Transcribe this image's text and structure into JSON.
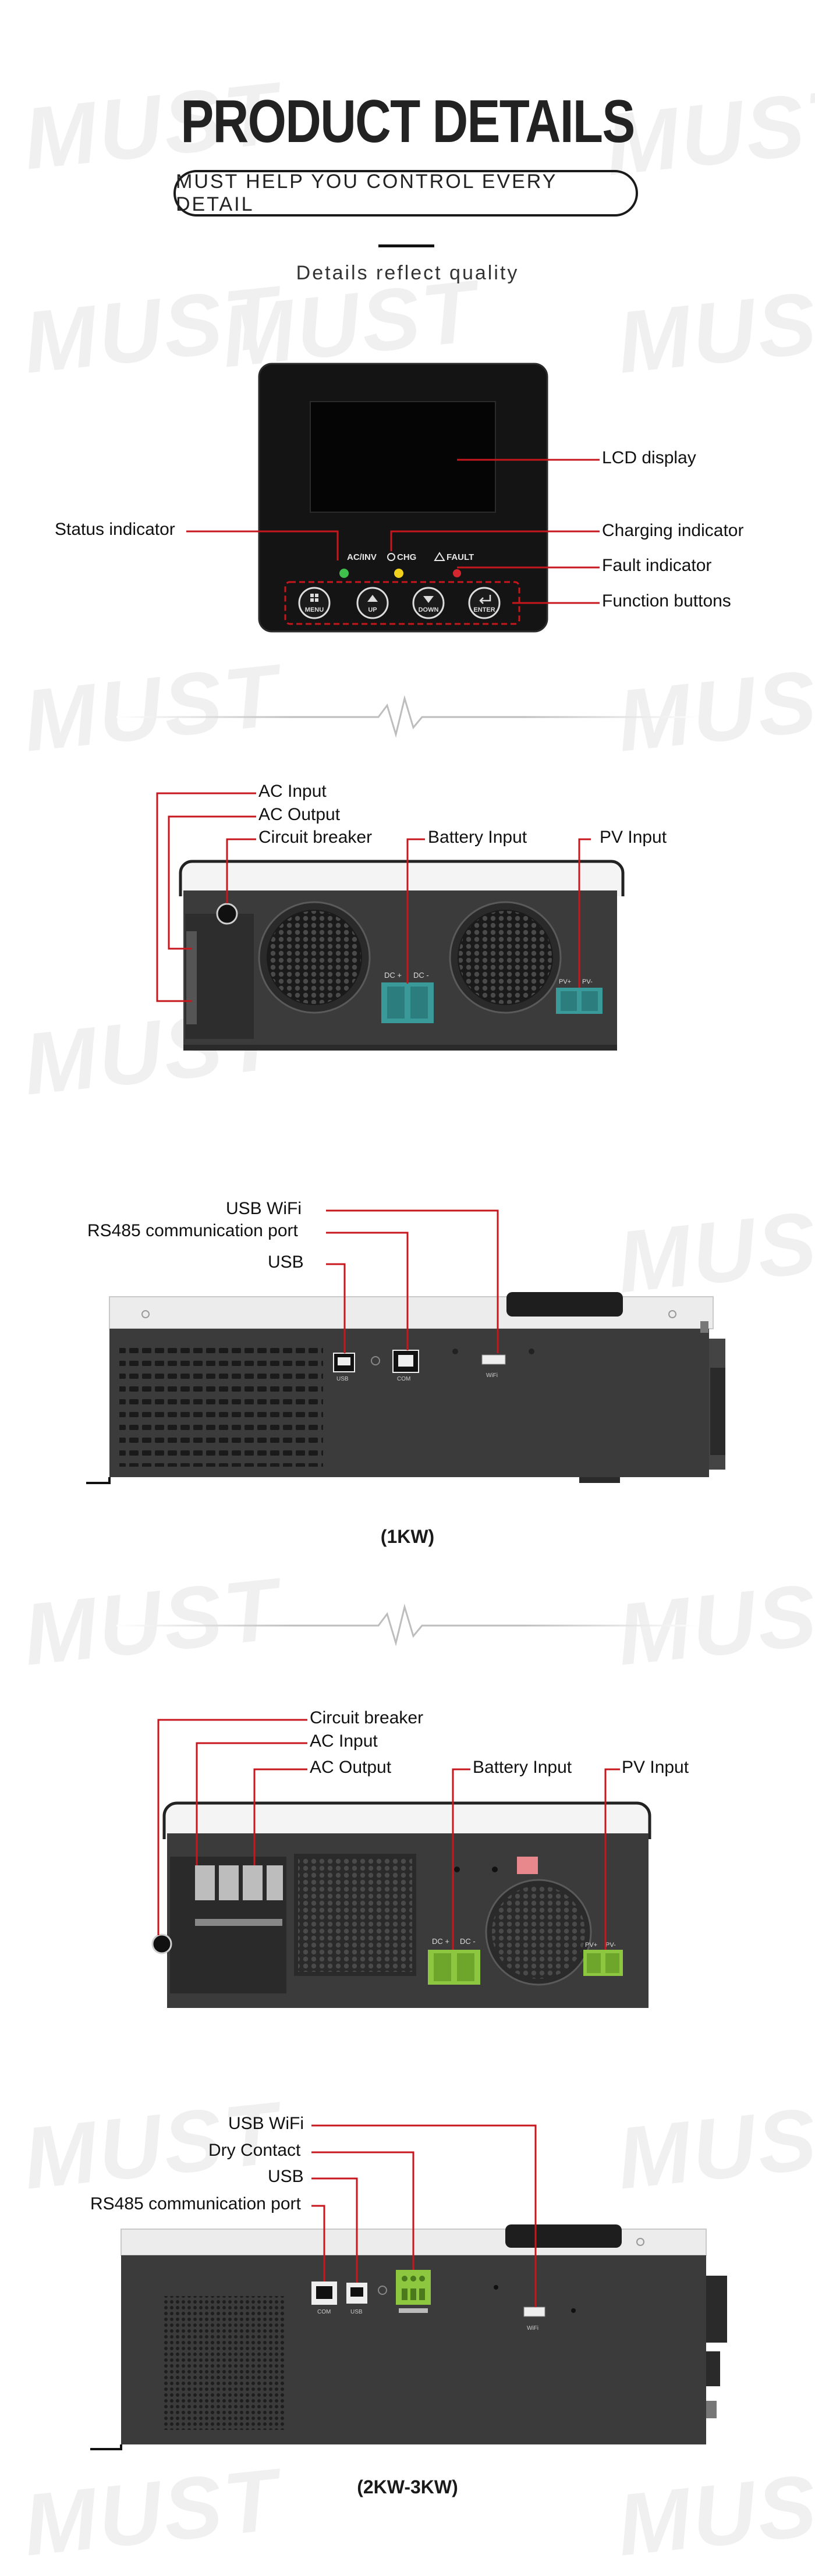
{
  "watermark": "MUST",
  "header": {
    "title": "PRODUCT DETAILS",
    "subtitle": "MUST HELP YOU CONTROL EVERY DETAIL",
    "tagline": "Details reflect quality"
  },
  "front_panel": {
    "labels": {
      "lcd": "LCD display",
      "status": "Status indicator",
      "charging": "Charging indicator",
      "fault": "Fault indicator",
      "function": "Function buttons"
    },
    "indicator_text": {
      "acinv": "AC/INV",
      "chg": "CHG",
      "fault": "FAULT"
    },
    "buttons": [
      "MENU",
      "UP",
      "DOWN",
      "ENTER"
    ]
  },
  "bottom_1kw": {
    "labels": {
      "ac_input": "AC Input",
      "ac_output": "AC Output",
      "breaker": "Circuit breaker",
      "battery": "Battery Input",
      "pv": "PV Input"
    },
    "terminal_text": {
      "dc_plus": "DC +",
      "dc_minus": "DC -",
      "pv_plus": "PV+",
      "pv_minus": "PV-"
    }
  },
  "side_1kw": {
    "labels": {
      "usb_wifi": "USB WiFi",
      "rs485": "RS485 communication port",
      "usb": "USB"
    },
    "port_text": {
      "usb": "USB",
      "com": "COM",
      "wifi": "WiFi"
    },
    "caption": "(1KW)"
  },
  "bottom_2kw": {
    "labels": {
      "breaker": "Circuit breaker",
      "ac_input": "AC Input",
      "ac_output": "AC Output",
      "battery": "Battery Input",
      "pv": "PV Input"
    },
    "terminal_text": {
      "dc_plus": "DC +",
      "dc_minus": "DC -",
      "pv_plus": "PV+",
      "pv_minus": "PV-"
    }
  },
  "side_2kw": {
    "labels": {
      "usb_wifi": "USB WiFi",
      "dry_contact": "Dry Contact",
      "usb": "USB",
      "rs485": "RS485 communication port"
    },
    "port_text": {
      "com": "COM",
      "usb": "USB",
      "wifi": "WiFi"
    },
    "caption": "(2KW-3KW)"
  },
  "colors": {
    "callout": "#c8161d",
    "body_dark": "#3b3b3b",
    "panel_black": "#141414",
    "teal_terminal": "#3a9a9a",
    "green_terminal": "#8dc63f",
    "chg_led": "#f2d21c",
    "status_led": "#3fbf4c",
    "fault_led": "#d3262e"
  }
}
